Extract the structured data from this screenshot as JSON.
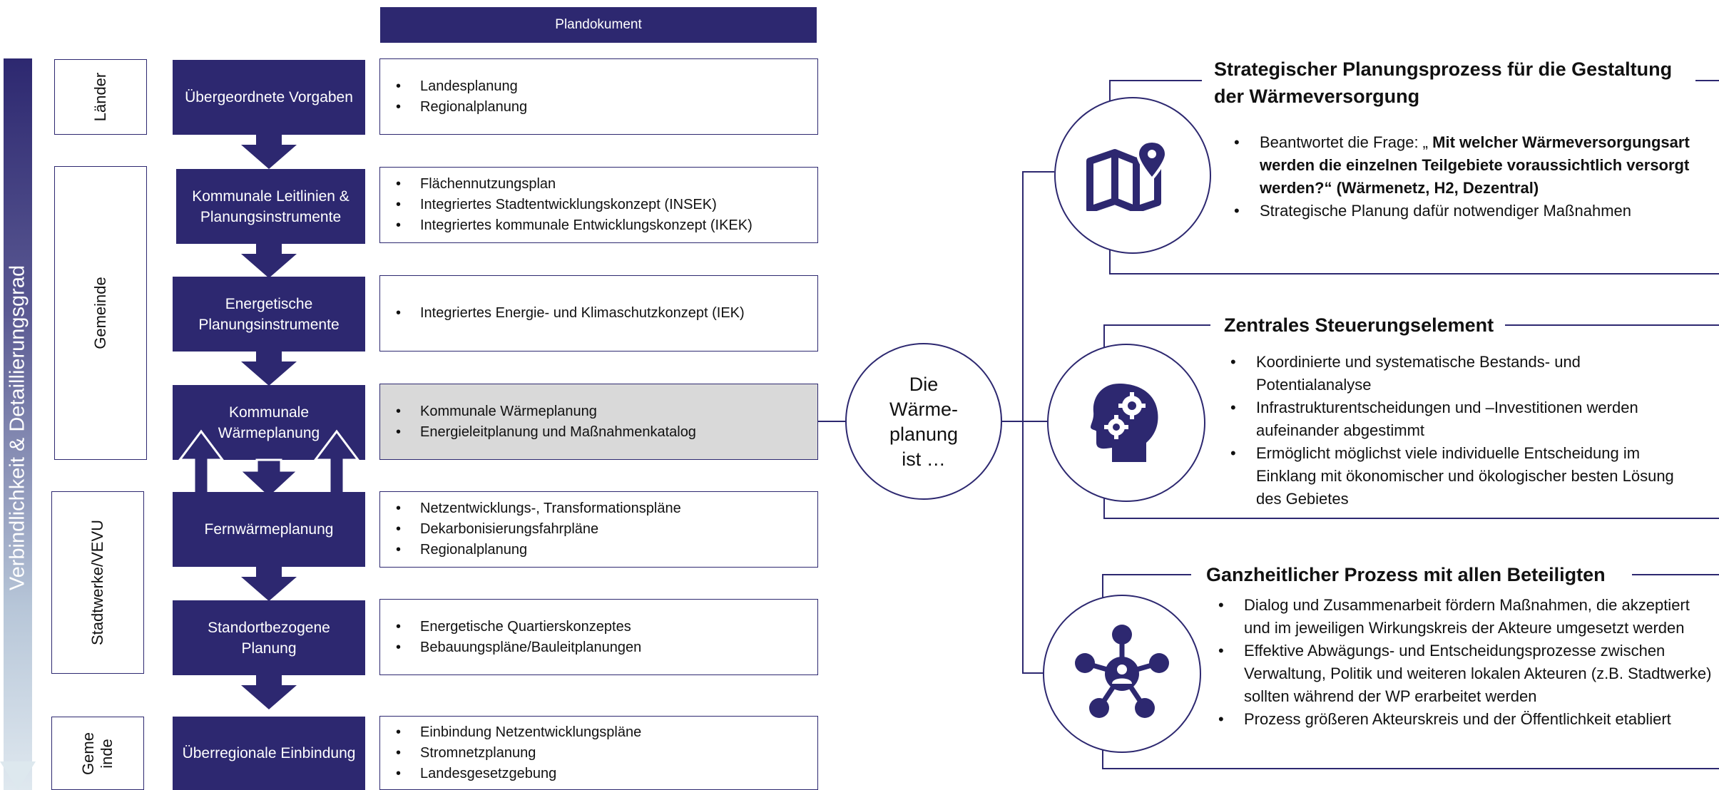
{
  "axis_label": "Verbindlichkeit & Detaillierungsgrad",
  "levels": [
    {
      "label": "Länder"
    },
    {
      "label": "Gemeinde"
    },
    {
      "label": "Stadtwerke/VEVU"
    },
    {
      "label": "Geme\ninde"
    }
  ],
  "process": [
    "Übergeordnete Vorgaben",
    "Kommunale Leitlinien & Planungsinstrumente",
    "Energetische Planungsinstrumente",
    "Kommunale Wärmeplanung",
    "Fernwärmeplanung",
    "Standortbezogene Planung",
    "Überregionale Einbindung"
  ],
  "plan_header": "Plandokument",
  "plan_docs": [
    [
      "Landesplanung",
      "Regionalplanung"
    ],
    [
      "Flächennutzungsplan",
      "Integriertes Stadtentwicklungskonzept (INSEK)",
      "Integriertes kommunale Entwicklungskonzept (IKEK)"
    ],
    [
      "Integriertes Energie- und Klimaschutzkonzept (IEK)"
    ],
    [
      "Kommunale Wärmeplanung",
      "Energieleitplanung und Maßnahmenkatalog"
    ],
    [
      "Netzentwicklungs-, Transformationspläne",
      "Dekarbonisierungsfahrpläne",
      "Regionalplanung"
    ],
    [
      "Energetische Quartierskonzeptes",
      "Bebauungspläne/Bauleitplanungen"
    ],
    [
      "Einbindung Netzentwicklungspläne",
      "Stromnetzplanung",
      "Landesgesetzgebung"
    ]
  ],
  "center": {
    "l1": "Die",
    "l2": "Wärme-",
    "l3": "planung",
    "l4": "ist …"
  },
  "panels": [
    {
      "icon": "map-pin-icon",
      "title_l1": "Strategischer Planungsprozess für die Gestaltung",
      "title_l2": "der Wärmeversorgung",
      "b1_pre": "Beantwortet die Frage: „ ",
      "b1_bold": "Mit welcher Wärmeversorgungsart werden die einzelnen Teilgebiete voraussichtlich versorgt werden?“ (Wärmenetz, H2, Dezentral)",
      "b2": "Strategische Planung dafür notwendiger Maßnahmen"
    },
    {
      "icon": "head-gears-icon",
      "title": "Zentrales Steuerungselement",
      "bullets": [
        "Koordinierte und systematische Bestands- und Potentialanalyse",
        "Infrastrukturentscheidungen und –Investitionen werden aufeinander abgestimmt",
        "Ermöglicht möglichst viele individuelle Entscheidung im Einklang mit ökonomischer und ökologischer besten Lösung des Gebietes"
      ]
    },
    {
      "icon": "network-people-icon",
      "title": "Ganzheitlicher Prozess mit allen Beteiligten",
      "bullets": [
        "Dialog und Zusammenarbeit fördern Maßnahmen, die akzeptiert und im jeweiligen Wirkungskreis der Akteure umgesetzt werden",
        "Effektive Abwägungs- und Entscheidungsprozesse zwischen Verwaltung, Politik und weiteren lokalen Akteuren (z.B. Stadtwerke) sollten während der WP erarbeitet werden",
        "Prozess größeren Akteurskreis und der Öffentlichkeit etabliert"
      ]
    }
  ],
  "colors": {
    "primary": "#2d2870",
    "highlight": "#d9d9d9"
  }
}
